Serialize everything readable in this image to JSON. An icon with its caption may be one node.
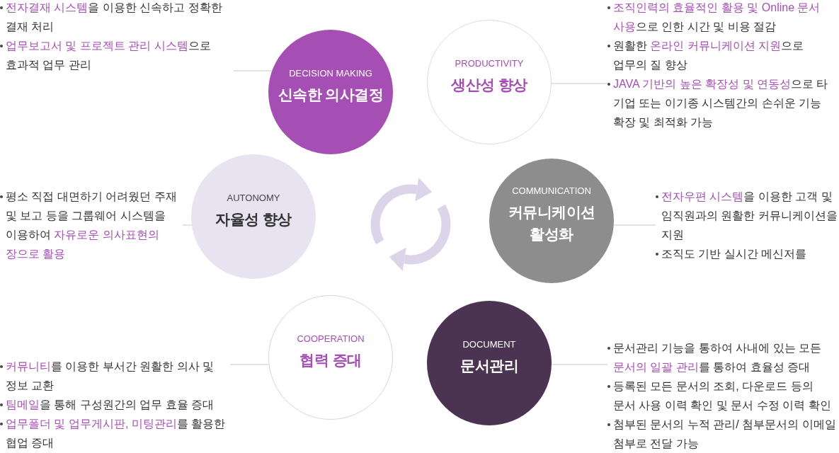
{
  "diagram": {
    "nodes": [
      {
        "text": [
          "**전자결재 시스템**을 이용한 신속하고 정확한 결재 처리",
          "**업무보고서 및 프로젝트 관리 시스템**으로 효과적 업무 관리"
        ]
      },
      {
        "text": [
          "DECISION MAKING",
          "신속한 의사결정"
        ]
      },
      {
        "text": [
          "PRODUCTIVITY",
          "생산성 향상"
        ]
      },
      {
        "text": [
          "**조직인력의 효율적인 활용 및 Online 문서 사용**으로 인한 시간 및 비용 절감",
          "원활한 **온라인 커뮤니케이션 지원**으로 업무의 질 향상",
          "**JAVA 기반의 높은 확장성 및 연동성**으로 타 기업 또는 이기종 시스템간의 손쉬운 기능 확장 및 최적화 가능"
        ]
      },
      {
        "text": [
          "평소 직접 대면하기 어려웠던 주재 및 보고 등을 그룹웨어 시스템을 이용하여 **자유로운 의사표현의 장으로 활용**"
        ]
      },
      {
        "text": [
          "AUTONOMY",
          "자율성 향상"
        ]
      },
      {
        "text": [
          "COMMUNICATION",
          "커뮤니케이션 활성화"
        ]
      },
      {
        "text": [
          "**전자우편 시스템**을 이용한 고객 및 임직원과의 원활한 커뮤니케이션을 지원",
          "조직도 기반 실시간 메신저를"
        ]
      },
      {
        "text": [
          "**커뮤니티**를 이용한 부서간 원활한 의사 및 정보 교환",
          "**팀메일**을 통해 구성원간의 업무 효율 증대",
          "**업무폴더 및 업무게시판, 미팅관리**를 활용한 협업 증대"
        ]
      },
      {
        "text": [
          "COOPERATION",
          "협력 증대"
        ]
      },
      {
        "text": [
          "DOCUMENT",
          "문서관리"
        ]
      },
      {
        "text": [
          "문서관리 기능을 통하여 사내에 있는 모든 **문서의 일괄 관리**를 통하여 효율성 증대",
          "등록된 모든 문서의 조회, 다운로드 등의 문서 사용 이력 확인 및 문서 수정 이력 확인",
          "첨부된 문서의 누적 관리/ 첨부문서의 이메일 첨부로 전달 가능"
        ]
      }
    ],
    "edges": [
      {
        "from": 0,
        "to": 1,
        "arrow": "none"
      },
      {
        "from": 3,
        "to": 2,
        "arrow": "none"
      },
      {
        "from": 4,
        "to": 5,
        "arrow": "none"
      },
      {
        "from": 7,
        "to": 6,
        "arrow": "none"
      },
      {
        "from": 8,
        "to": 9,
        "arrow": "none"
      },
      {
        "from": 11,
        "to": 10,
        "arrow": "none"
      }
    ]
  }
}
